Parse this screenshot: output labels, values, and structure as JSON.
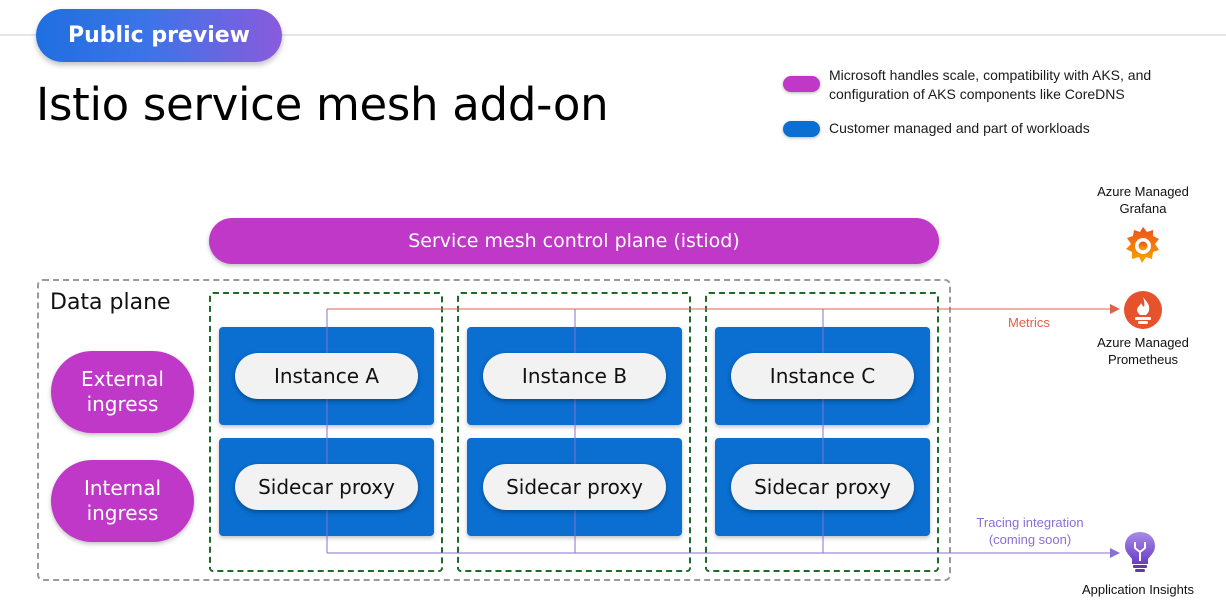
{
  "header": {
    "badge": "Public preview",
    "title": "Istio service mesh add-on"
  },
  "legend": [
    {
      "line1": "Microsoft handles scale, compatibility with AKS, and",
      "line2": "configuration of AKS components like CoreDNS",
      "color": "#c038c8"
    },
    {
      "line1": "Customer managed and part of workloads",
      "line2": "",
      "color": "#0a6fd0"
    }
  ],
  "diagram": {
    "control_plane": "Service mesh control plane (istiod)",
    "data_plane_label": "Data plane",
    "ingress": [
      {
        "line1": "External",
        "line2": "ingress"
      },
      {
        "line1": "Internal",
        "line2": "ingress"
      }
    ],
    "instances": [
      "Instance A",
      "Instance B",
      "Instance C"
    ],
    "sidecar": "Sidecar proxy",
    "metrics_label": "Metrics",
    "tracing_line1": "Tracing integration",
    "tracing_line2": "(coming soon)"
  },
  "services": {
    "grafana_line1": "Azure Managed",
    "grafana_line2": "Grafana",
    "prometheus_line1": "Azure Managed",
    "prometheus_line2": "Prometheus",
    "insights": "Application Insights"
  },
  "colors": {
    "microsoft_managed": "#c038c8",
    "customer_managed": "#0a6fd0",
    "metrics": "#e0604a",
    "tracing": "#8a6fd6",
    "pod_border": "#1d6b2a"
  },
  "icons": {
    "grafana": "grafana-icon",
    "prometheus": "prometheus-icon",
    "insights": "lightbulb-icon"
  }
}
